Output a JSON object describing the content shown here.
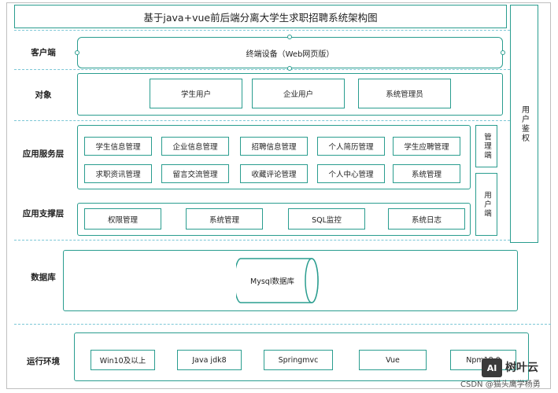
{
  "title": "基于java+vue前后端分离大学生求职招聘系统架构图",
  "rows": {
    "client": "客户端",
    "object": "对象",
    "app_service": "应用服务层",
    "app_support": "应用支撑层",
    "database": "数据库",
    "runtime": "运行环境"
  },
  "client_device": "终端设备（Web网页版）",
  "objects": [
    "学生用户",
    "企业用户",
    "系统管理员"
  ],
  "services_row1": [
    "学生信息管理",
    "企业信息管理",
    "招聘信息管理",
    "个人简历管理",
    "学生应聘管理"
  ],
  "services_row2": [
    "求职资讯管理",
    "留言交流管理",
    "收藏评论管理",
    "个人中心管理",
    "系统管理"
  ],
  "side_admin": "管理端",
  "side_user": "用户端",
  "auth": "用户鉴权",
  "support": [
    "权限管理",
    "系统管理",
    "SQL监控",
    "系统日志"
  ],
  "database_label": "Mysql数据库",
  "runtime_items": [
    "Win10及以上",
    "Java jdk8",
    "Springmvc",
    "Vue",
    "Npm18.0"
  ],
  "watermark": {
    "logo": "AI",
    "brand": "树叶云",
    "csdn": "CSDN @猫头鹰学杨勇"
  }
}
